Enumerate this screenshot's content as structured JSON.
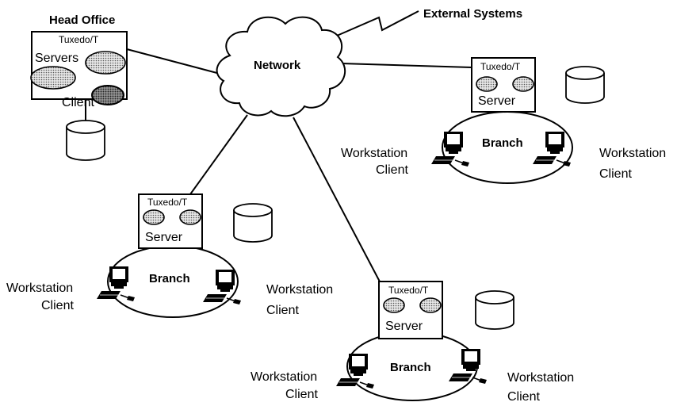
{
  "labels": {
    "head_office": "Head Office",
    "network": "Network",
    "external_systems": "External Systems"
  },
  "head_office": {
    "tuxedo": "Tuxedo/T",
    "servers": "Servers",
    "client": "Client"
  },
  "branches": [
    {
      "tuxedo": "Tuxedo/T",
      "server": "Server",
      "branch": "Branch",
      "ws_left_1": "Workstation",
      "ws_left_2": "Client",
      "ws_right_1": "Workstation",
      "ws_right_2": "Client"
    },
    {
      "tuxedo": "Tuxedo/T",
      "server": "Server",
      "branch": "Branch",
      "ws_left_1": "Workstation",
      "ws_left_2": "Client",
      "ws_right_1": "Workstation",
      "ws_right_2": "Client"
    },
    {
      "tuxedo": "Tuxedo/T",
      "server": "Server",
      "branch": "Branch",
      "ws_left_1": "Workstation",
      "ws_left_2": "Client",
      "ws_right_1": "Workstation",
      "ws_right_2": "Client"
    }
  ]
}
